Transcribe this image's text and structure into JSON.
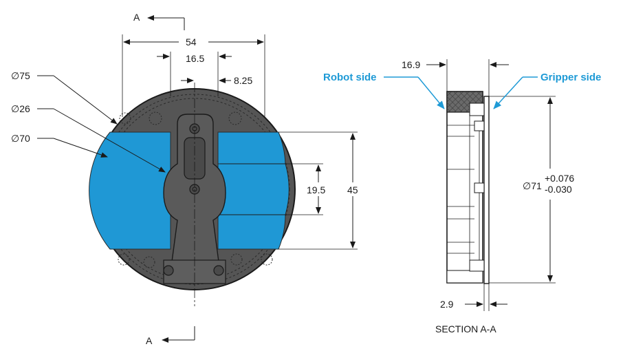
{
  "section_marks": {
    "top": "A",
    "bottom": "A"
  },
  "front_view": {
    "dimensions": {
      "overall_width": "54",
      "inner_width": "16.5",
      "offset": "8.25",
      "slot_height": "19.5",
      "pocket_height": "45"
    },
    "diameters": [
      {
        "symbol": "∅",
        "value": "75"
      },
      {
        "symbol": "∅",
        "value": "26"
      },
      {
        "symbol": "∅",
        "value": "70"
      }
    ]
  },
  "section_view": {
    "title": "SECTION A-A",
    "robot_side_label": "Robot side",
    "gripper_side_label": "Gripper side",
    "thickness": "16.9",
    "plate_thickness": "2.9",
    "fit_diameter": {
      "symbol": "∅",
      "value": "71",
      "upper_tol": "+0.076",
      "lower_tol": "-0.030"
    }
  },
  "colors": {
    "body": "#595959",
    "pocket": "#1f98d5",
    "callout": "#1e9ad6",
    "line": "#1a1a1a"
  }
}
